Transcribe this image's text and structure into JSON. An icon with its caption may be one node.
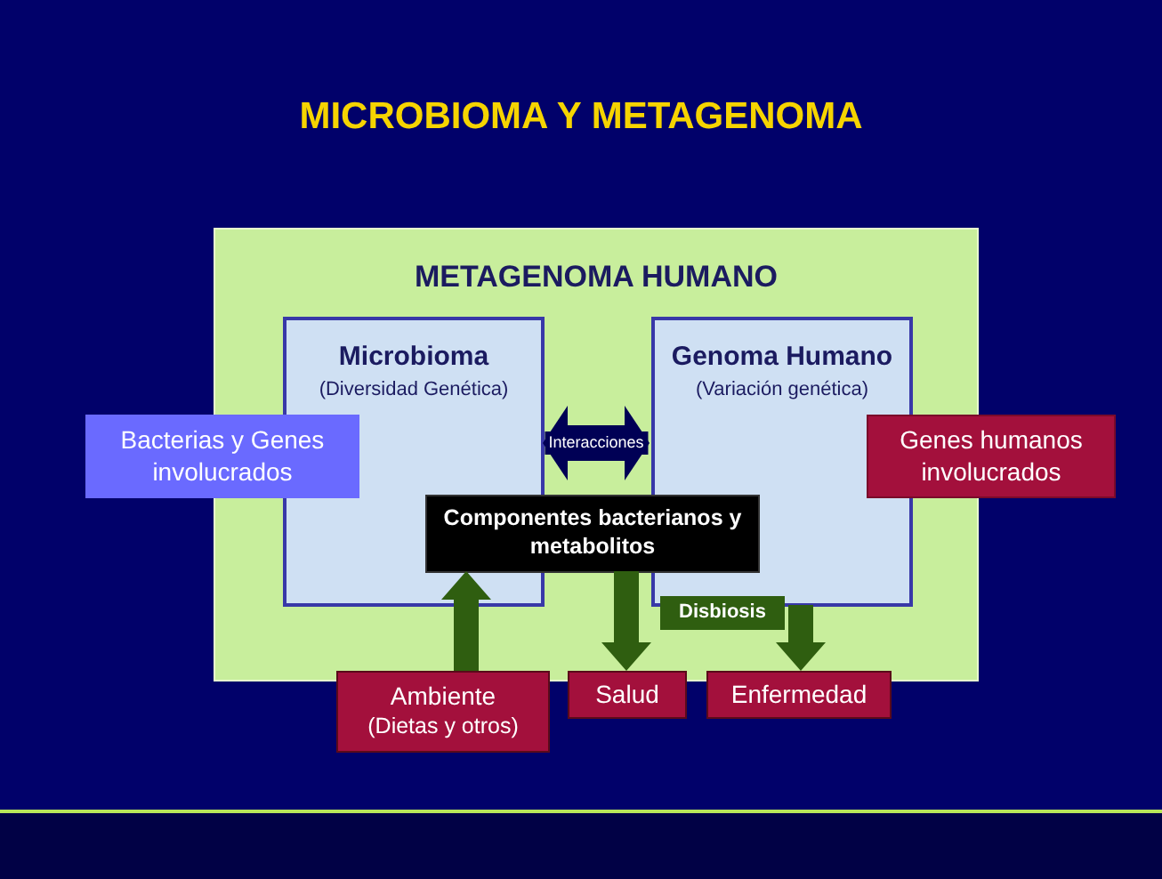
{
  "diagram": {
    "title": "MICROBIOMA Y METAGENOMA",
    "nodes": [
      {
        "text": [
          "METAGENOMA HUMANO"
        ]
      },
      {
        "text": [
          "Microbioma",
          "(Diversidad Genética)"
        ],
        "in": 0
      },
      {
        "text": [
          "Genoma Humano",
          "(Variación genética)"
        ],
        "in": 0
      },
      {
        "text": [
          "Componentes bacterianos y metabolitos"
        ],
        "in": 0
      },
      {
        "text": [
          "Bacterias y Genes involucrados"
        ]
      },
      {
        "text": [
          "Genes humanos involucrados"
        ]
      },
      {
        "text": [
          "Ambiente",
          "(Dietas y otros)"
        ]
      },
      {
        "text": [
          "Salud"
        ]
      },
      {
        "text": [
          "Enfermedad"
        ]
      },
      {
        "text": [
          "Disbiosis"
        ],
        "in": 0
      }
    ],
    "edges": [
      {
        "from": 1,
        "to": 2,
        "arrow": "both",
        "label": "Interacciones",
        "color": "#000055"
      },
      {
        "from": 6,
        "to": 3,
        "arrow": "to"
      },
      {
        "from": 3,
        "to": 7,
        "arrow": "to"
      },
      {
        "from": 2,
        "to": 8,
        "arrow": "to"
      }
    ]
  }
}
